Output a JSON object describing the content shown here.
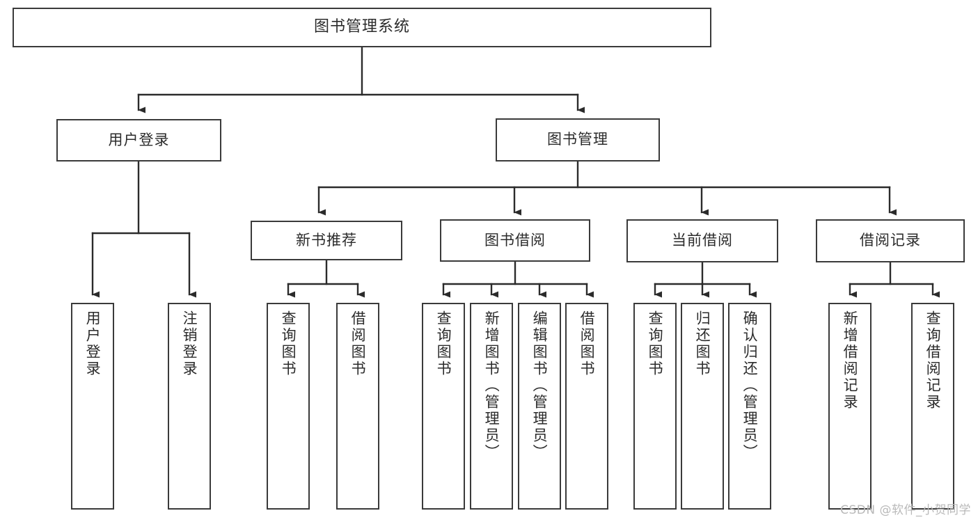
{
  "diagram": {
    "title": "图书管理系统",
    "type": "tree-hierarchy-chart",
    "colors": {
      "background": "#ffffff",
      "box_border": "#3a3a3a",
      "box_fill": "#ffffff",
      "text": "#2b2b2b",
      "connector": "#2b2b2b",
      "watermark": "#b9b9b9"
    },
    "nodes": {
      "root": {
        "label": "图书管理系统"
      },
      "level1": [
        {
          "label": "用户登录"
        },
        {
          "label": "图书管理"
        }
      ],
      "level2": [
        {
          "label": "新书推荐"
        },
        {
          "label": "图书借阅"
        },
        {
          "label": "当前借阅"
        },
        {
          "label": "借阅记录"
        }
      ],
      "leaves": {
        "user_login": [
          {
            "label": "用户登录"
          },
          {
            "label": "注销登录"
          }
        ],
        "new_book_recommend": [
          {
            "label": "查询图书"
          },
          {
            "label": "借阅图书"
          }
        ],
        "book_borrow": [
          {
            "label": "查询图书"
          },
          {
            "label": "新增图书（管理员）"
          },
          {
            "label": "编辑图书（管理员）"
          },
          {
            "label": "借阅图书"
          }
        ],
        "current_borrow": [
          {
            "label": "查询图书"
          },
          {
            "label": "归还图书"
          },
          {
            "label": "确认归还（管理员）"
          }
        ],
        "borrow_record": [
          {
            "label": "新增借阅记录"
          },
          {
            "label": "查询借阅记录"
          }
        ]
      }
    },
    "watermark": "CSDN @软件_小贺同学"
  }
}
